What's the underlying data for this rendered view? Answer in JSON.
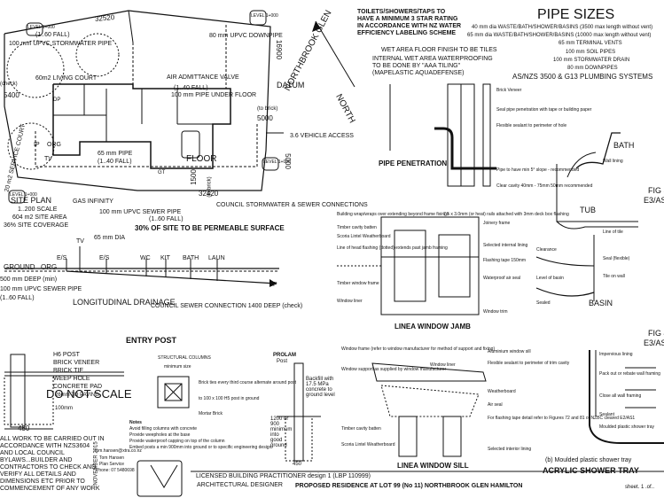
{
  "site_plan": {
    "dim_top": "32520",
    "dim_right": "16900",
    "dim_bottom": "32420",
    "dim_left": "5400",
    "dim_right2": "5000",
    "dim_bottom2": "1500",
    "dim_right3": "5000",
    "downpipe": "80 mm UPVC DOWNPIPE",
    "stormwater_pipe": "100 mm UPVC STORMWATER PIPE",
    "fall_top": "(1..60 FALL)",
    "living_court": "60m2 LIVING COURT",
    "air_valve": "AIR ADMITTANCE VALVE",
    "fall_mid": "(1..40 FALL)",
    "pipe_under": "100 mm PIPE UNDER FLOOR",
    "datum": "DATUM",
    "to_brick": "(to brick)",
    "to_brick2": "(to brick)",
    "vehicle_access": "3.6 VEHICLE ACCESS",
    "check": "(check)",
    "ip": "IP",
    "org": "ORG",
    "tv": "TV",
    "dp": "DP",
    "gt": "GT",
    "pipe65": "65 mm PIPE",
    "fall_40": "(1..40 FALL)",
    "floor": "FLOOR",
    "gas": "GAS INFINITY",
    "sewer": "100 mm UPVC SEWER PIPE",
    "fall_60": "(1..60 FALL)",
    "council": "COUNCIL STORMWATER & SEWER CONNECTIONS",
    "service_court": "20 m2 SERVICE COURT",
    "level": "LEVEL 1+000",
    "title": "SITE PLAN",
    "scale": "1..200 SCALE",
    "area": "604 m2 SITE AREA",
    "coverage": "36% SITE COVERAGE",
    "permeable": "30% OF SITE TO BE PERMEABLE SURFACE",
    "street": "NORTHBROOK GLEN",
    "north": "NORTH"
  },
  "drainage": {
    "dia": "65 mm  DIA",
    "tv": "TV",
    "es1": "E/S",
    "es2": "E/S",
    "wc": "WC",
    "kit": "KIT",
    "bath": "BATH",
    "laun": "LAUN",
    "ground": "GROUND",
    "org": "ORG",
    "ip": "IP",
    "deep": "500 mm  DEEP  (min)",
    "sewer_pipe": "100 mm UPVC SEWER PIPE",
    "fall": "(1..60 FALL)",
    "title": "LONGITUDINAL  DRAINAGE",
    "connection": "COUNCIL SEWER CONNECTION 1400 DEEP (check)"
  },
  "notes": {
    "toilets": [
      "TOILETS/SHOWERS/TAPS TO",
      "HAVE A MINIMUM 3 STAR RATING",
      "IN ACCORDANCE WITH NZ WATER",
      "EFFICIENCY LABELING SCHEME"
    ],
    "wet_floor": "WET AREA FLOOR FINISH TO BE TILES",
    "waterproof": [
      "INTERNAL WET AREA WATERPROOFING",
      "TO BE DONE BY \"AAA TILING\"",
      "(MAPELASTIC AQUADEFENSE)"
    ]
  },
  "pipe_sizes": {
    "title": "PIPE SIZES",
    "rows": [
      "40 mm dia WASTE/BATH/SHOWER/BASINS (3500 max length without vent)",
      "65 mm dia WASTE/BATH/SHOWER/BASINS (10000 max length without vent)",
      "65 mm TERMINAL VENTS",
      "100 mm SOIL PIPES",
      "100 mm STORMWATER DRAIN",
      "80 mm DOWNPIPES"
    ],
    "standard": "AS/NZS 3500 & G13 PLUMBING SYSTEMS"
  },
  "details": {
    "pipe_penetration": "PIPE PENETRATION",
    "window_jamb": "LINEA WINDOW JAMB",
    "window_sill": "LINEA WINDOW SILL",
    "bath": "BATH",
    "tub": "TUB",
    "basin": "BASIN",
    "fig3": [
      "FIG 3",
      "E3/AS1"
    ],
    "fig4": [
      "FIG 4",
      "E3/AS1"
    ],
    "shower_tray": "ACRYLIC SHOWER TRAY",
    "moulded": "(b)  Moulded plastic shower tray",
    "tray_notes": [
      "Impervious lining",
      "Pack out or rebate wall framing",
      "Close all wall framing",
      "Sealant",
      "Moulded plastic shower tray"
    ],
    "pen_notes": [
      "Brick Veneer",
      "Seal pipe penetration with tape or building paper",
      "Flexible sealant to perimeter of hole",
      "Pipe to have min 5° slope - recommended",
      "Clear cavity 40mm - 75mm 50mm recommended"
    ],
    "jamb_notes": [
      "Building wrap/wraps over extending beyond frame fixings",
      "Timber cavity batten",
      "Scoria Lintel Weatherboard",
      "Line of head flashing (dotted) extends past jamb framing",
      "Timber window frame",
      "Window liner",
      "Joinery frame",
      "Selected internal lining",
      "Flashing tape 150mm",
      "Waterproof air seal",
      "Window trim",
      "7.5 x 3.0mm (or heat) rails attached with 3mm deck box flashing"
    ],
    "sill_notes": [
      "Window frame (refer to window manufacturer for method of support and fixing)",
      "Window support as supplied by window manufacturer",
      "Window liner",
      "Timber cavity batten",
      "Scoria Lintel Weatherboard",
      "Aluminium window sill",
      "Weatherboard",
      "Air seal",
      "Selected interior lining",
      "For flashing tape detail refer to Figures 72 and 81 of NZBC cleared E2/AS1",
      "Flexible sealant to perimeter of trim cavity"
    ],
    "bath_notes": [
      "Wall lining",
      "Line of tile",
      "Seal (flexible)",
      "Tile on wall"
    ],
    "basin_notes": [
      "Clearance",
      "Level of basin",
      "Sealed"
    ]
  },
  "entry_post": {
    "title": "ENTRY POST",
    "items": [
      "H6 POST",
      "BRICK VENEER",
      "BRICK TIE",
      "WEEP HOLE",
      "CONCRETE PAD",
      "26mm TO PAVING",
      "100mm"
    ],
    "dim": "450",
    "do_not_scale": "DO NOT SCALE"
  },
  "structural": {
    "title": "STRUCTURAL COLUMNS",
    "size": "minimum size",
    "notes_head": "Notes",
    "notes": [
      "Avoid filling columns with concrete",
      "Provide weepholes at the base",
      "Provide waterproof capping on top of the column",
      "Embed posts a min 900mm into ground or to specific engineering design"
    ],
    "callouts": [
      "Brick ties every third course alternate around post",
      "to 100 x 100 H5 post in ground",
      "Mortar Brick"
    ]
  },
  "prolam": {
    "name": "PROLAM",
    "post": "Post",
    "backfill": "Backfill with 17.5 MPa concrete to ground level",
    "depth": "1200 or 900 minimum into good ground",
    "dim": "450"
  },
  "title_block": {
    "compliance": [
      "ALL WORK TO BE CARRIED OUT IN",
      "ACCORDANCE WITH NZS3604",
      "AND LOCAL COUNCIL",
      "BYLAWS...BUILDER AND",
      "CONTRACTORS TO CHECK AND",
      "VERIFY ALL DETAILS AND",
      "DIMENSIONS ETC PRIOR TO",
      "COMMENCEMENT OF ANY WORK"
    ],
    "date": "NOVEMBER 2015",
    "email": "tom.hansen@xtra.co.nz",
    "company": [
      "Tom Hansen",
      "Plan Service",
      "Phone: 07 5480698"
    ],
    "practitioner": "LICENSED BUILDING PRACTITIONER design 1 (LBP 110999)",
    "designer": "ARCHITECTURAL DESIGNER",
    "project": "PROPOSED RESIDENCE AT LOT 99 (No 11) NORTHBROOK GLEN HAMILTON",
    "sheet": "sheet. 1  .of.."
  }
}
